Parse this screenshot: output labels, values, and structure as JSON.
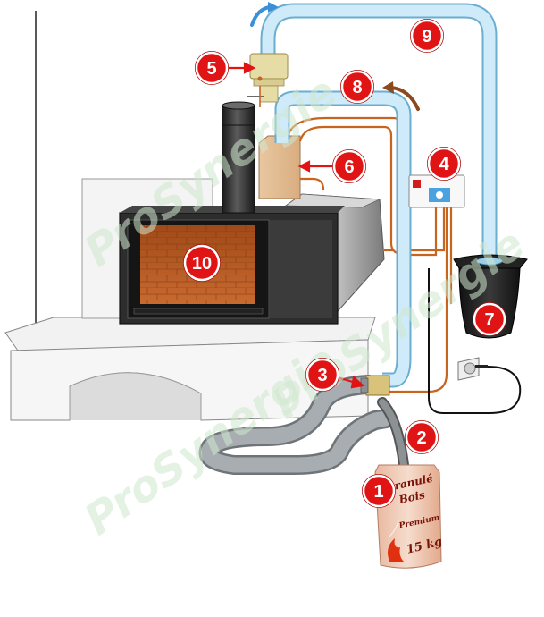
{
  "watermark": "ProSynergie",
  "bag": {
    "line1": "Granulé",
    "line2": "Bois",
    "line3": "Premium",
    "line4": "15 kg"
  },
  "callouts": [
    {
      "id": "1",
      "label": "1"
    },
    {
      "id": "2",
      "label": "2"
    },
    {
      "id": "3",
      "label": "3"
    },
    {
      "id": "4",
      "label": "4"
    },
    {
      "id": "5",
      "label": "5"
    },
    {
      "id": "6",
      "label": "6"
    },
    {
      "id": "7",
      "label": "7"
    },
    {
      "id": "8",
      "label": "8"
    },
    {
      "id": "9",
      "label": "9"
    },
    {
      "id": "10",
      "label": "10"
    }
  ],
  "colors": {
    "callout_red": "#e01414",
    "pipe_blue": "#bfe3f5",
    "pipe_outline": "#6aaed0",
    "wire_orange": "#c8641e",
    "stove_dark": "#2d2d2d",
    "flue_pipe": "#9aa0a4",
    "flexible_hose": "#8a8f93",
    "arrow_blue": "#3a8fd6",
    "arrow_brown": "#8a4a1e"
  }
}
